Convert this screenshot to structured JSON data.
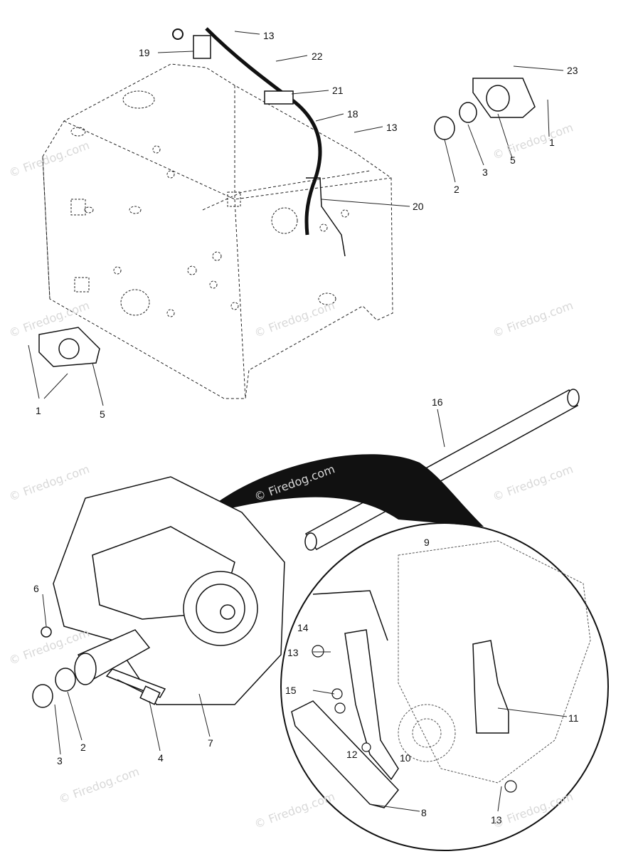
{
  "watermark": "© Firedog.com",
  "callouts": [
    {
      "id": "c13a",
      "text": "13"
    },
    {
      "id": "c19",
      "text": "19"
    },
    {
      "id": "c22",
      "text": "22"
    },
    {
      "id": "c21",
      "text": "21"
    },
    {
      "id": "c18",
      "text": "18"
    },
    {
      "id": "c13b",
      "text": "13"
    },
    {
      "id": "c20",
      "text": "20"
    },
    {
      "id": "c23",
      "text": "23"
    },
    {
      "id": "c1a",
      "text": "1"
    },
    {
      "id": "c5a",
      "text": "5"
    },
    {
      "id": "c3a",
      "text": "3"
    },
    {
      "id": "c2a",
      "text": "2"
    },
    {
      "id": "c1b",
      "text": "1"
    },
    {
      "id": "c5b",
      "text": "5"
    },
    {
      "id": "c16",
      "text": "16"
    },
    {
      "id": "c9",
      "text": "9"
    },
    {
      "id": "c6",
      "text": "6"
    },
    {
      "id": "c14",
      "text": "14"
    },
    {
      "id": "c13c",
      "text": "13"
    },
    {
      "id": "c15",
      "text": "15"
    },
    {
      "id": "c11",
      "text": "11"
    },
    {
      "id": "c12",
      "text": "12"
    },
    {
      "id": "c10",
      "text": "10"
    },
    {
      "id": "c3b",
      "text": "3"
    },
    {
      "id": "c2b",
      "text": "2"
    },
    {
      "id": "c4",
      "text": "4"
    },
    {
      "id": "c7",
      "text": "7"
    },
    {
      "id": "c8",
      "text": "8"
    },
    {
      "id": "c13d",
      "text": "13"
    }
  ]
}
